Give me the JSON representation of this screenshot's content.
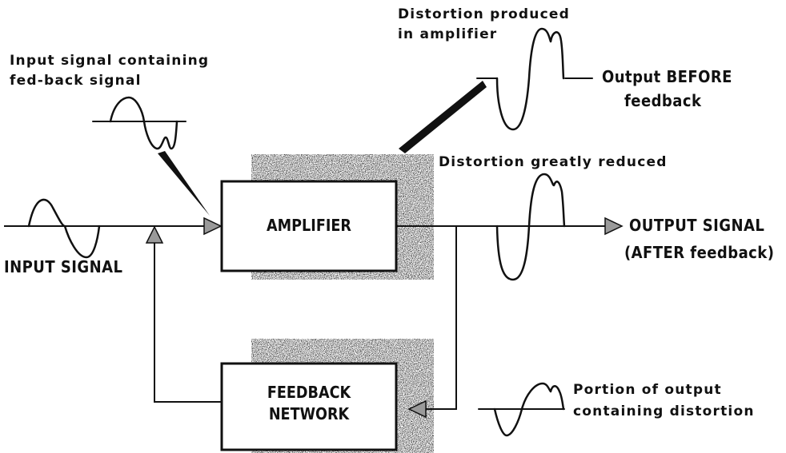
{
  "blocks": {
    "amplifier": "AMPLIFIER",
    "feedback_line1": "FEEDBACK",
    "feedback_line2": "NETWORK"
  },
  "labels": {
    "distortion_produced_1": "Distortion produced",
    "distortion_produced_2": "in amplifier",
    "input_containing_1": "Input signal containing",
    "input_containing_2": "fed-back signal",
    "output_before_1": "Output BEFORE",
    "output_before_2": "feedback",
    "distortion_reduced": "Distortion greatly reduced",
    "input_signal": "INPUT SIGNAL",
    "output_signal_1": "OUTPUT SIGNAL",
    "output_signal_2": "(AFTER feedback)",
    "portion_1": "Portion of output",
    "portion_2": "containing distortion"
  },
  "colors": {
    "ink": "#111111",
    "shade": "#9a9a9a"
  }
}
